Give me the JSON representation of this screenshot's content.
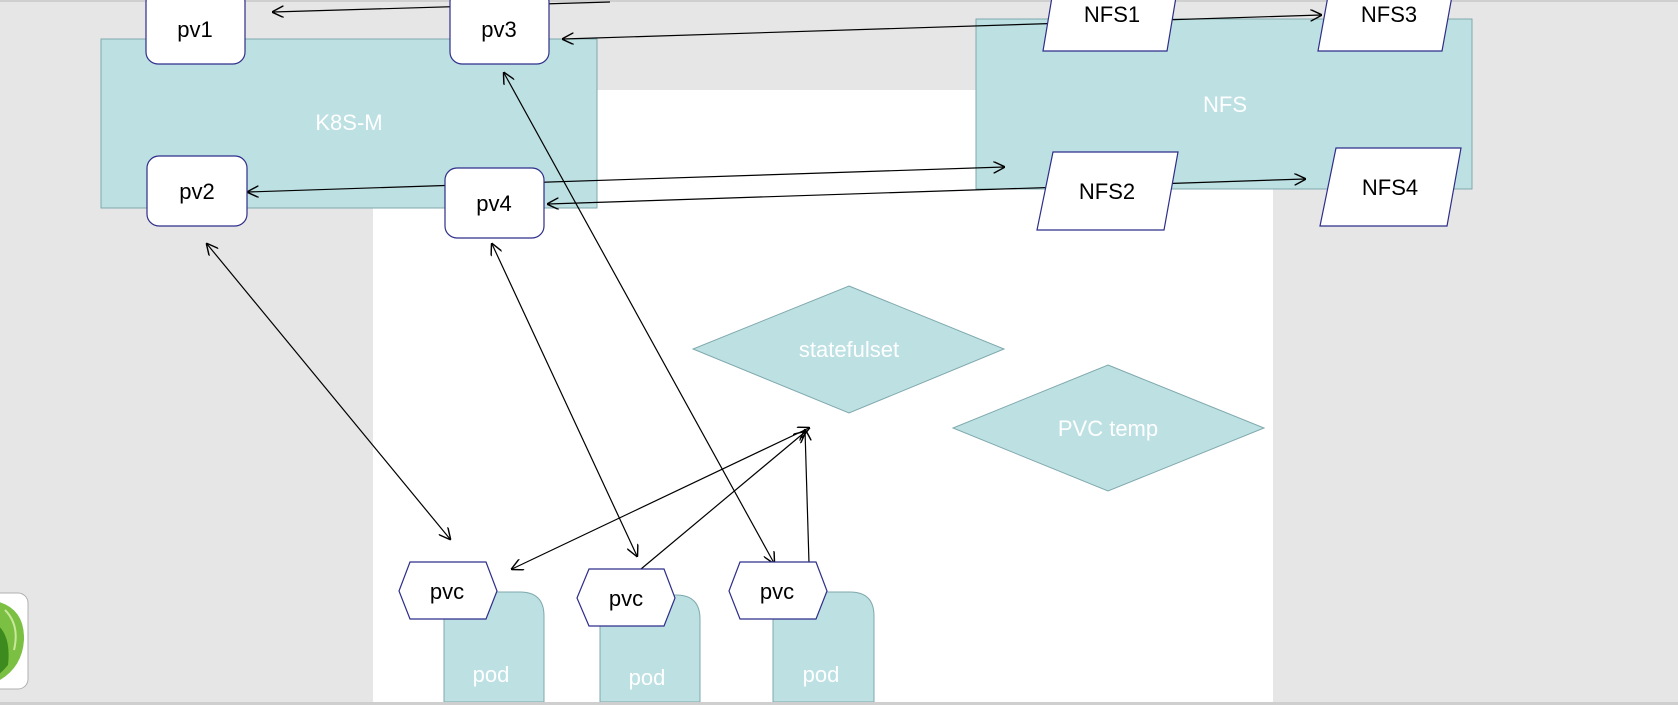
{
  "diagram": {
    "colors": {
      "canvas_bg": "#e6e6e6",
      "page": "#ffffff",
      "teal": "#bde0e3",
      "box_border": "#2e2e8a",
      "arrow": "#000000"
    },
    "containers": {
      "k8s": "K8S-M",
      "nfs": "NFS"
    },
    "pvs": {
      "pv1": "pv1",
      "pv2": "pv2",
      "pv3": "pv3",
      "pv4": "pv4"
    },
    "nfs_shares": {
      "nfs1": "NFS1",
      "nfs2": "NFS2",
      "nfs3": "NFS3",
      "nfs4": "NFS4"
    },
    "diamonds": {
      "statefulset": "statefulset",
      "pvc_temp": "PVC temp"
    },
    "pvcs": [
      "pvc",
      "pvc",
      "pvc"
    ],
    "pods": [
      "pod",
      "pod",
      "pod"
    ]
  }
}
